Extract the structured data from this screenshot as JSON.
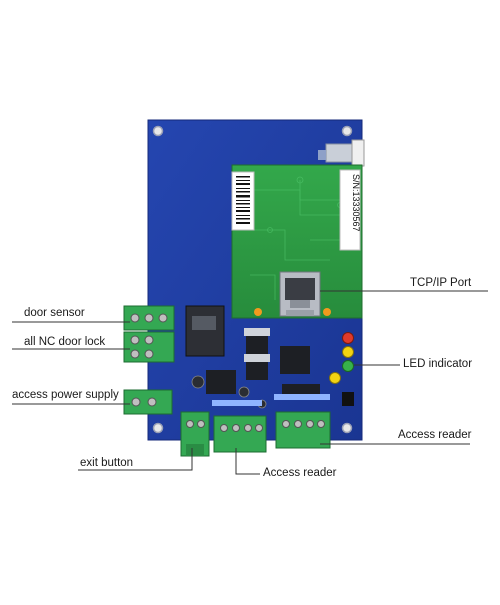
{
  "labels": {
    "door_sensor": "door sensor",
    "nc_door_lock": "all NC door lock",
    "access_power_supply": "access power supply",
    "exit_button": "exit button",
    "access_reader_bottom": "Access reader",
    "access_reader_right": "Access reader",
    "tcpip_port": "TCP/IP Port",
    "led_indicator": "LED indicator"
  },
  "serial_text": "S/N:13330567",
  "colors": {
    "board": "#1f3fa0",
    "module": "#2e9a43",
    "terminal": "#33a852",
    "callout": "#333333"
  }
}
